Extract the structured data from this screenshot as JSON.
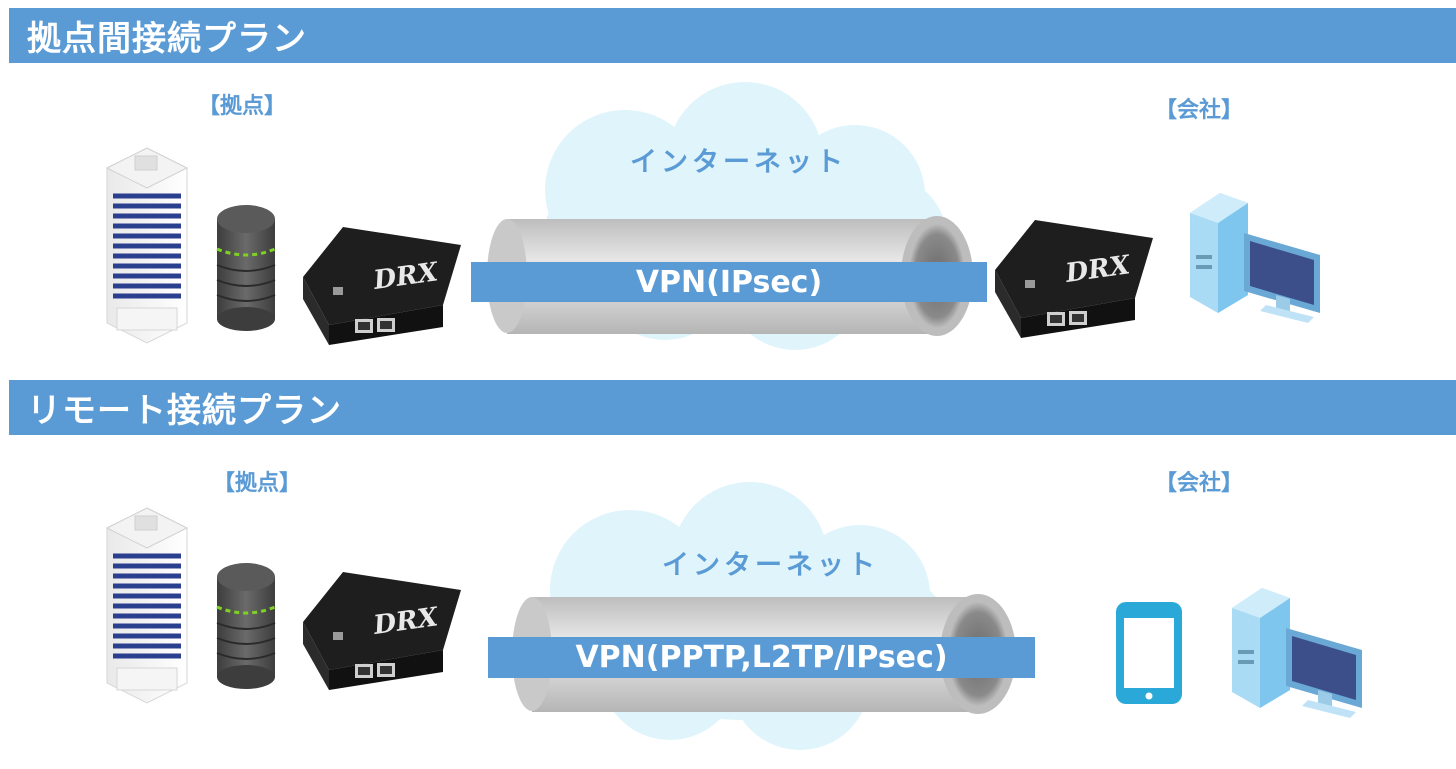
{
  "sections": [
    {
      "title": "拠点間接続プラン",
      "left_label": "【拠点】",
      "right_label": "【会社】",
      "cloud_label": "インターネット",
      "vpn_label": "VPN(IPsec)",
      "router_brand": "DRX"
    },
    {
      "title": "リモート接続プラン",
      "left_label": "【拠点】",
      "right_label": "【会社】",
      "cloud_label": "インターネット",
      "vpn_label": "VPN(PPTP,L2TP/IPsec)",
      "router_brand": "DRX"
    }
  ],
  "colors": {
    "accent": "#5b9bd5",
    "cloud": "#dff4fb",
    "tunnel": "#d0d0d0",
    "router": "#1e1e1e",
    "server": "#555555",
    "server_led": "#7ed321",
    "phone": "#2aa8d8",
    "pc": "#7fc6ef"
  },
  "icons": [
    "building-icon",
    "server-icon",
    "router-icon",
    "desktop-pc-icon",
    "smartphone-icon",
    "cloud-icon",
    "vpn-tunnel-icon"
  ]
}
